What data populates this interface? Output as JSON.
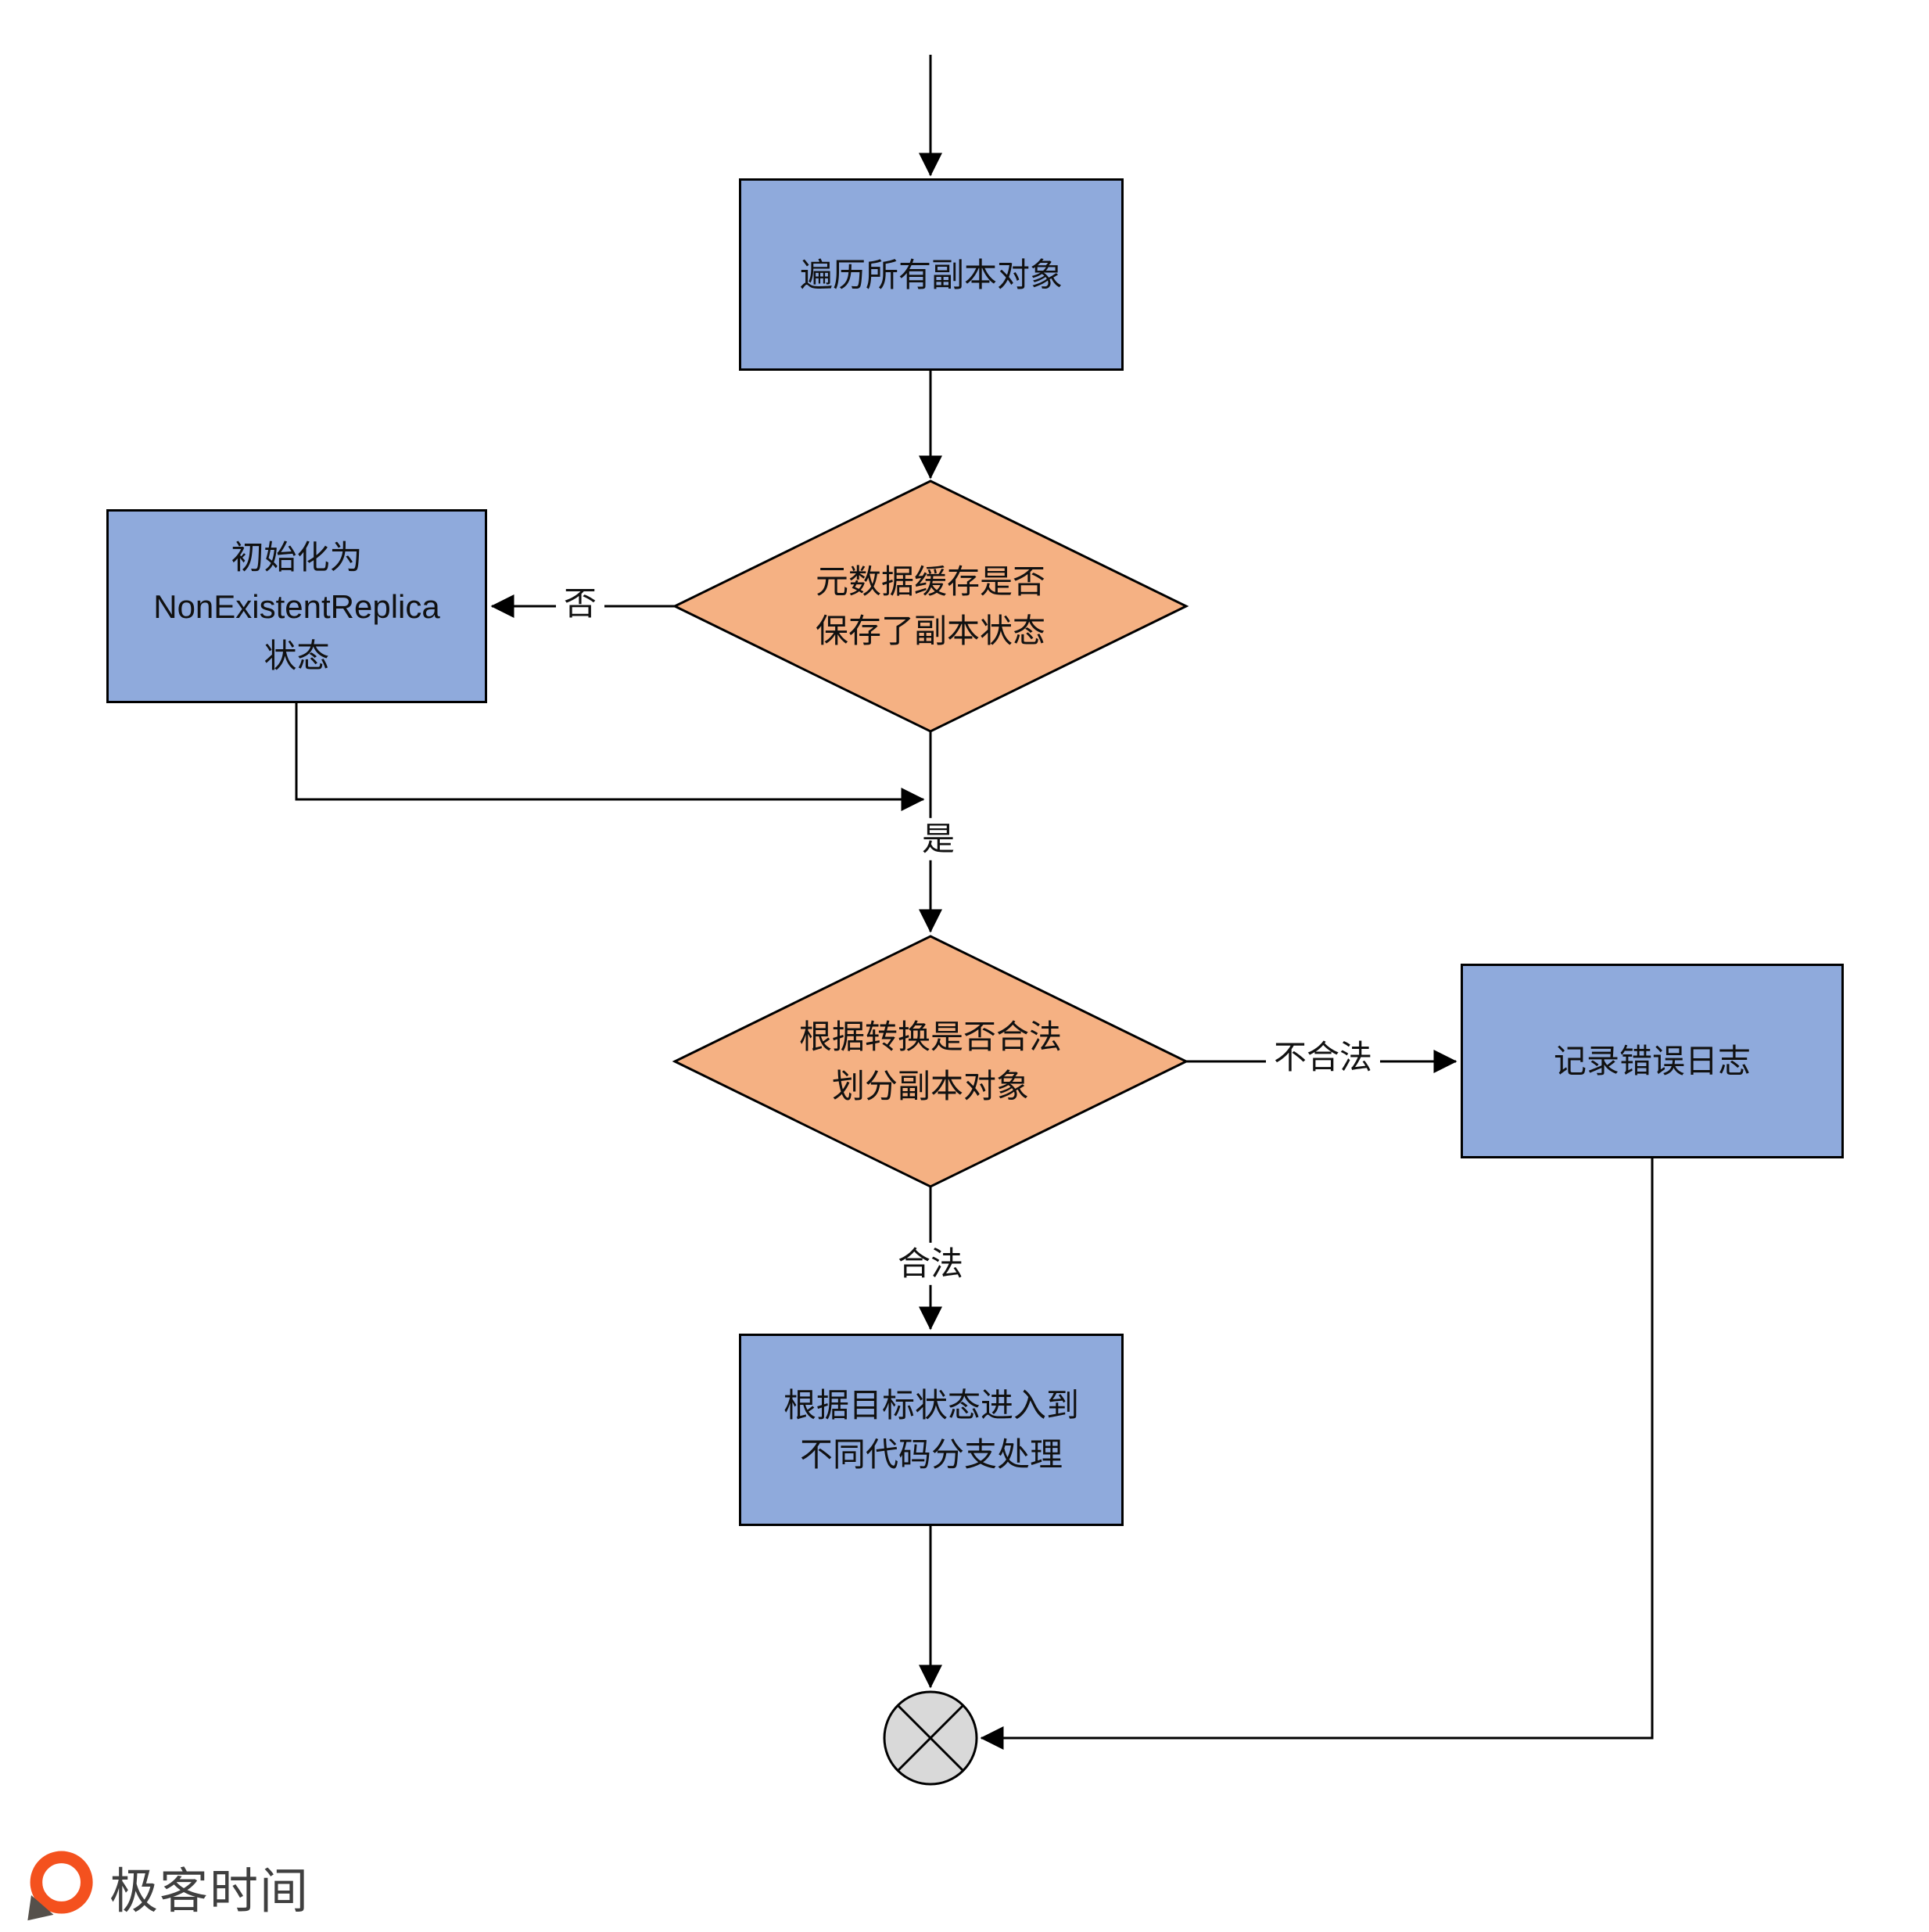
{
  "diagram": {
    "nodes": {
      "traverse": {
        "label": "遍历所有副本对象"
      },
      "cache_check": {
        "label": "元数据缓存是否\n保存了副本状态"
      },
      "init_state": {
        "label": "初始化为\nNonExistentReplica\n状态"
      },
      "transition_check": {
        "label": "根据转换是否合法\n划分副本对象"
      },
      "error_log": {
        "label": "记录错误日志"
      },
      "branch_handle": {
        "label": "根据目标状态进入到\n不同代码分支处理"
      }
    },
    "edge_labels": {
      "no": "否",
      "yes": "是",
      "illegal": "不合法",
      "legal": "合法"
    },
    "colors": {
      "process_fill": "#8FAADC",
      "decision_fill": "#F5B183",
      "terminator_fill": "#D9D9D9",
      "line": "#000000"
    }
  },
  "footer": {
    "brand": "极客时间",
    "brand_color": "#F4511E"
  }
}
